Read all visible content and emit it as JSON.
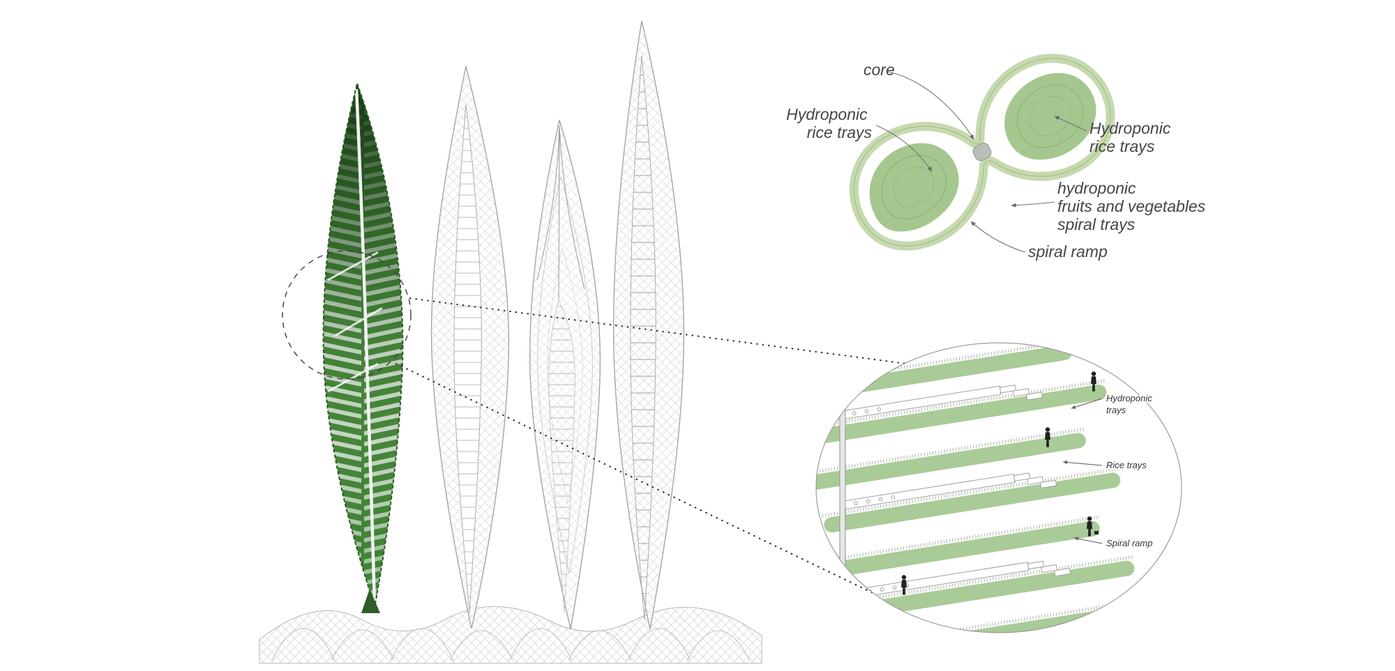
{
  "diagram": {
    "plan": {
      "core_label": "core",
      "left_trays_label": [
        "Hydroponic",
        "rice trays"
      ],
      "right_trays_label": [
        "Hydroponic",
        "rice trays"
      ],
      "fruits_veg_label": [
        "hydroponic",
        "fruits and vegetables",
        "spiral trays"
      ],
      "spiral_ramp_label": "spiral ramp",
      "colors": {
        "ramp_band": "#c6d9af",
        "tray_fill": "#a5c78f",
        "tray_contour": "#84a96e",
        "core_fill": "#b9beb8"
      }
    },
    "detail": {
      "hydroponic_trays_label": [
        "Hydroponic",
        "trays"
      ],
      "rice_trays_label": "Rice trays",
      "spiral_ramp_label": "Spiral ramp",
      "colors": {
        "tray_green": "#a9cb98"
      }
    },
    "towers": {
      "colors": {
        "stripe_green": "#4e8e40",
        "outline_green": "#2c5c25",
        "wire_gray": "#cdcdcd",
        "outline_gray": "#a3a3a3"
      }
    }
  }
}
